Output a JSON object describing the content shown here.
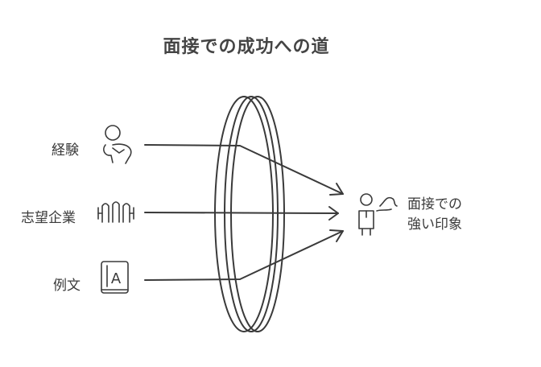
{
  "title": "面接での成功への道",
  "inputs": [
    {
      "label": "経験",
      "icon": "head-person-icon"
    },
    {
      "label": "志望企業",
      "icon": "wave-pattern-icon"
    },
    {
      "label": "例文",
      "icon": "book-icon",
      "icon_letter": "A"
    }
  ],
  "output": {
    "line1": "面接での",
    "line2": "強い印象",
    "icon": "speaking-person-icon"
  }
}
